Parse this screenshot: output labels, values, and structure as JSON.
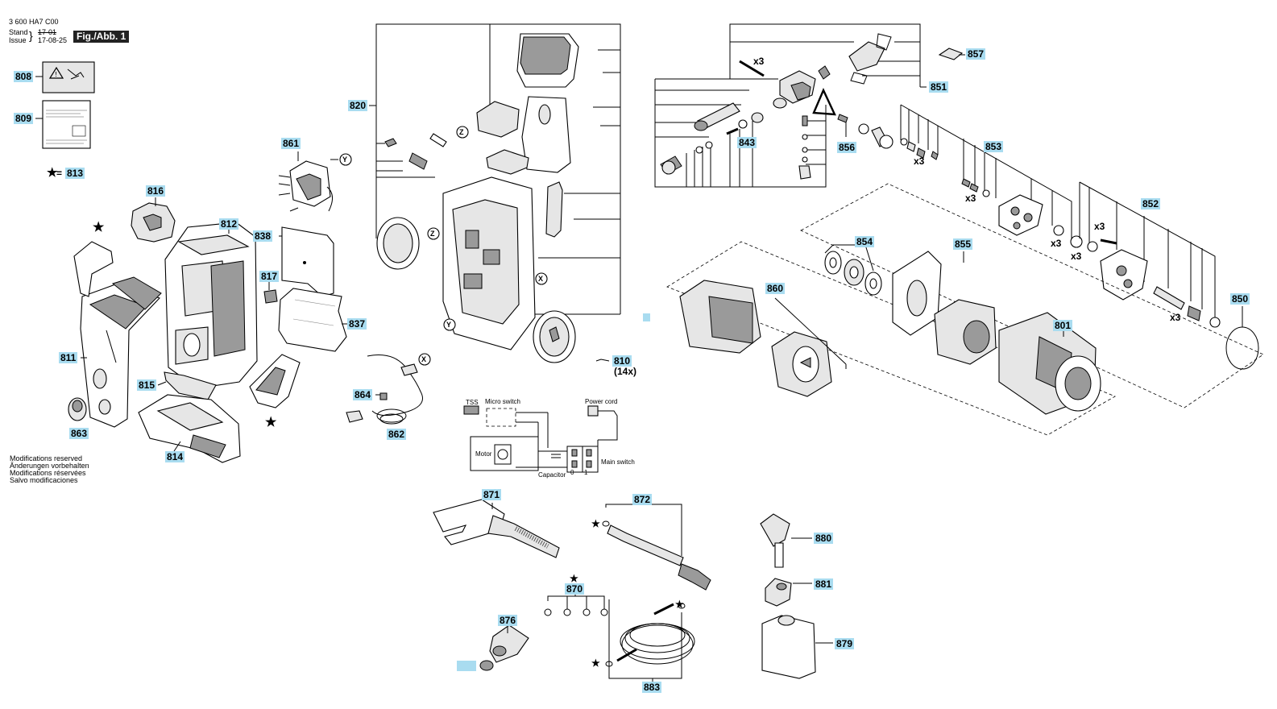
{
  "header": {
    "code": "3 600 HA7 C00",
    "stand_label": "Stand",
    "issue_label": "Issue",
    "stand_old": "17-01",
    "issue_date": "17-08-25",
    "fig_tag": "Fig./Abb. 1"
  },
  "note_813": "= 813",
  "star_symbol": "★",
  "modifications": [
    "Modifications reserved",
    "Änderungen vorbehalten",
    "Modifications réservées",
    "Salvo modificaciones"
  ],
  "wiring": {
    "tss": "TSS",
    "micro_switch": "Micro switch",
    "power_cord": "Power cord",
    "motor": "Motor",
    "capacitor": "Capacitor",
    "main_switch": "Main switch",
    "pos0": "0",
    "pos1": "1"
  },
  "callouts": {
    "z": "Z",
    "y": "Y",
    "x": "X"
  },
  "quantities": {
    "x3": "x3",
    "x14": "(14x)"
  },
  "labels": {
    "l808": "808",
    "l809": "809",
    "l813": "813",
    "l816": "816",
    "l812": "812",
    "l861": "861",
    "l838": "838",
    "l817": "817",
    "l837": "837",
    "l811": "811",
    "l815": "815",
    "l863": "863",
    "l814": "814",
    "l820": "820",
    "l864": "864",
    "l862": "862",
    "l810": "810",
    "l843": "843",
    "l857": "857",
    "l851": "851",
    "l856": "856",
    "l853": "853",
    "l852": "852",
    "l854": "854",
    "l855": "855",
    "l860": "860",
    "l801": "801",
    "l850": "850",
    "l871": "871",
    "l872": "872",
    "l870": "870",
    "l876": "876",
    "l883": "883",
    "l880": "880",
    "l881": "881",
    "l879": "879"
  }
}
